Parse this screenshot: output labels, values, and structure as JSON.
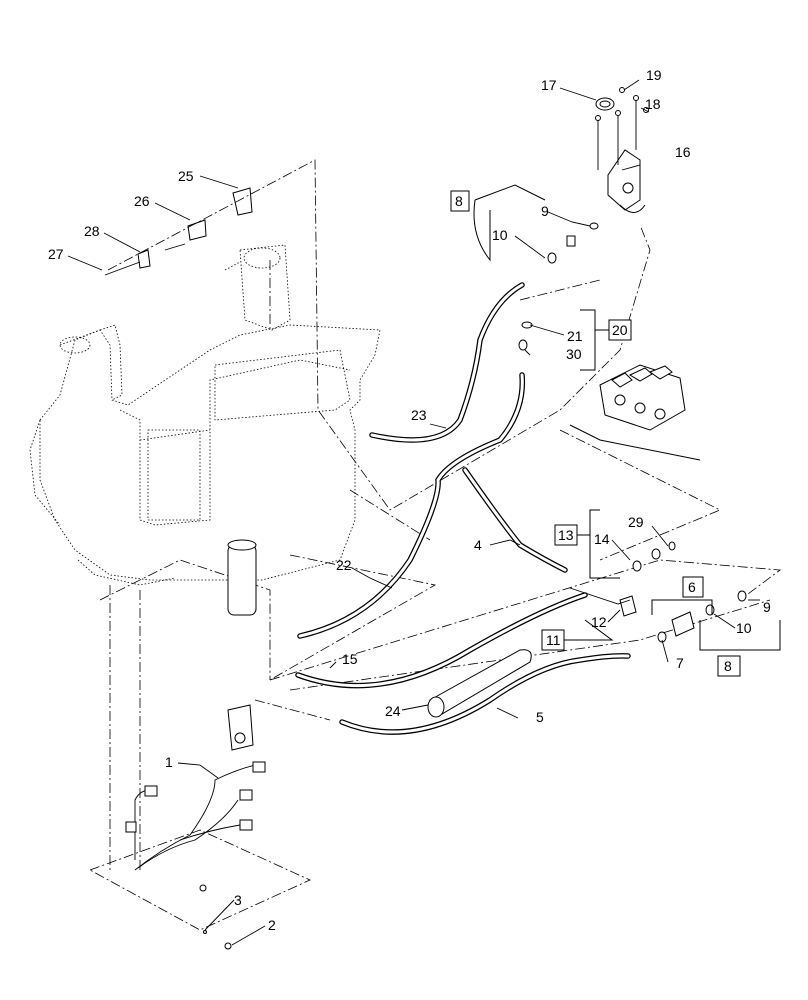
{
  "callouts": [
    {
      "id": "c1",
      "label": "1"
    },
    {
      "id": "c2",
      "label": "2"
    },
    {
      "id": "c3",
      "label": "3"
    },
    {
      "id": "c4",
      "label": "4"
    },
    {
      "id": "c5",
      "label": "5"
    },
    {
      "id": "c7",
      "label": "7"
    },
    {
      "id": "c9a",
      "label": "9"
    },
    {
      "id": "c9b",
      "label": "9"
    },
    {
      "id": "c10a",
      "label": "10"
    },
    {
      "id": "c10b",
      "label": "10"
    },
    {
      "id": "c12",
      "label": "12"
    },
    {
      "id": "c14",
      "label": "14"
    },
    {
      "id": "c15",
      "label": "15"
    },
    {
      "id": "c16",
      "label": "16"
    },
    {
      "id": "c17",
      "label": "17"
    },
    {
      "id": "c18",
      "label": "18"
    },
    {
      "id": "c19",
      "label": "19"
    },
    {
      "id": "c21",
      "label": "21"
    },
    {
      "id": "c22",
      "label": "22"
    },
    {
      "id": "c23",
      "label": "23"
    },
    {
      "id": "c24",
      "label": "24"
    },
    {
      "id": "c25",
      "label": "25"
    },
    {
      "id": "c26",
      "label": "26"
    },
    {
      "id": "c27",
      "label": "27"
    },
    {
      "id": "c28",
      "label": "28"
    },
    {
      "id": "c29",
      "label": "29"
    },
    {
      "id": "c30",
      "label": "30"
    }
  ],
  "kit_boxes": [
    {
      "id": "b8a",
      "label": "8"
    },
    {
      "id": "b20",
      "label": "20"
    },
    {
      "id": "b13",
      "label": "13"
    },
    {
      "id": "b6",
      "label": "6"
    },
    {
      "id": "b11",
      "label": "11"
    },
    {
      "id": "b8b",
      "label": "8"
    }
  ]
}
